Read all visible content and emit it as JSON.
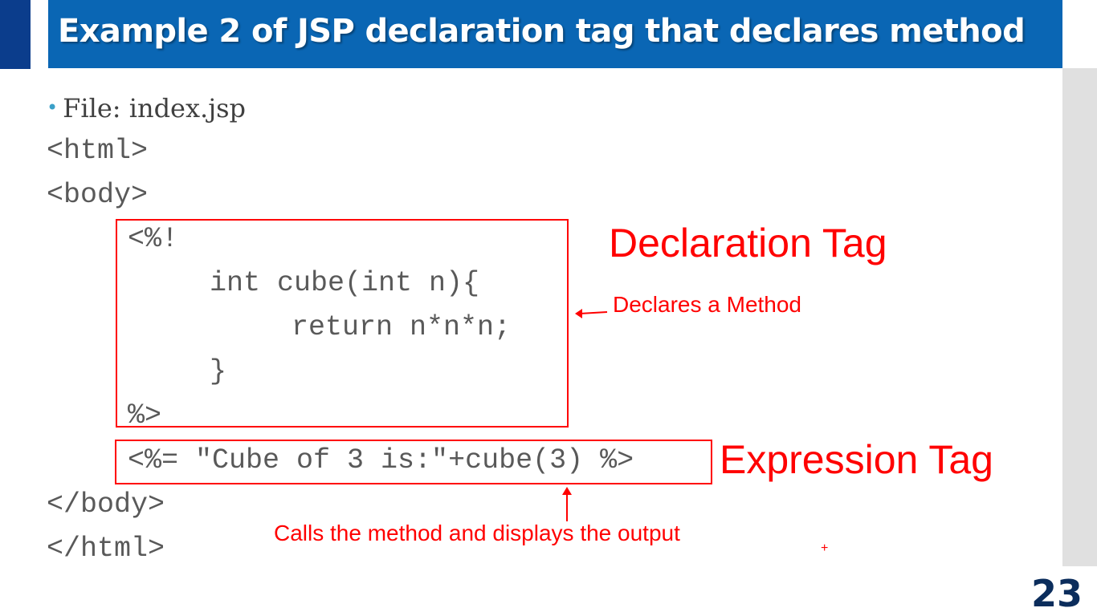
{
  "slide": {
    "title": "Example 2 of JSP declaration tag that declares method",
    "page_number": "23",
    "colors": {
      "title_bar": "#0a66b4",
      "left_accent": "#0b3d8c",
      "annotation": "#ff0000",
      "code_text": "#595959",
      "side_panel": "#e0e0e0"
    }
  },
  "bullet": {
    "text": "File: index.jsp"
  },
  "code": {
    "lines": [
      "<html>",
      "<body>",
      "<%!",
      "int cube(int n){",
      "return n*n*n;",
      "}",
      "%>",
      "<%= \"Cube of 3 is:\"+cube(3) %>",
      "</body>",
      "</html>"
    ]
  },
  "annotations": {
    "declaration_tag": "Declaration Tag",
    "declares_method": "Declares a Method",
    "expression_tag": "Expression Tag",
    "calls_method": "Calls the method and displays the output",
    "cursor_mark": "+"
  }
}
